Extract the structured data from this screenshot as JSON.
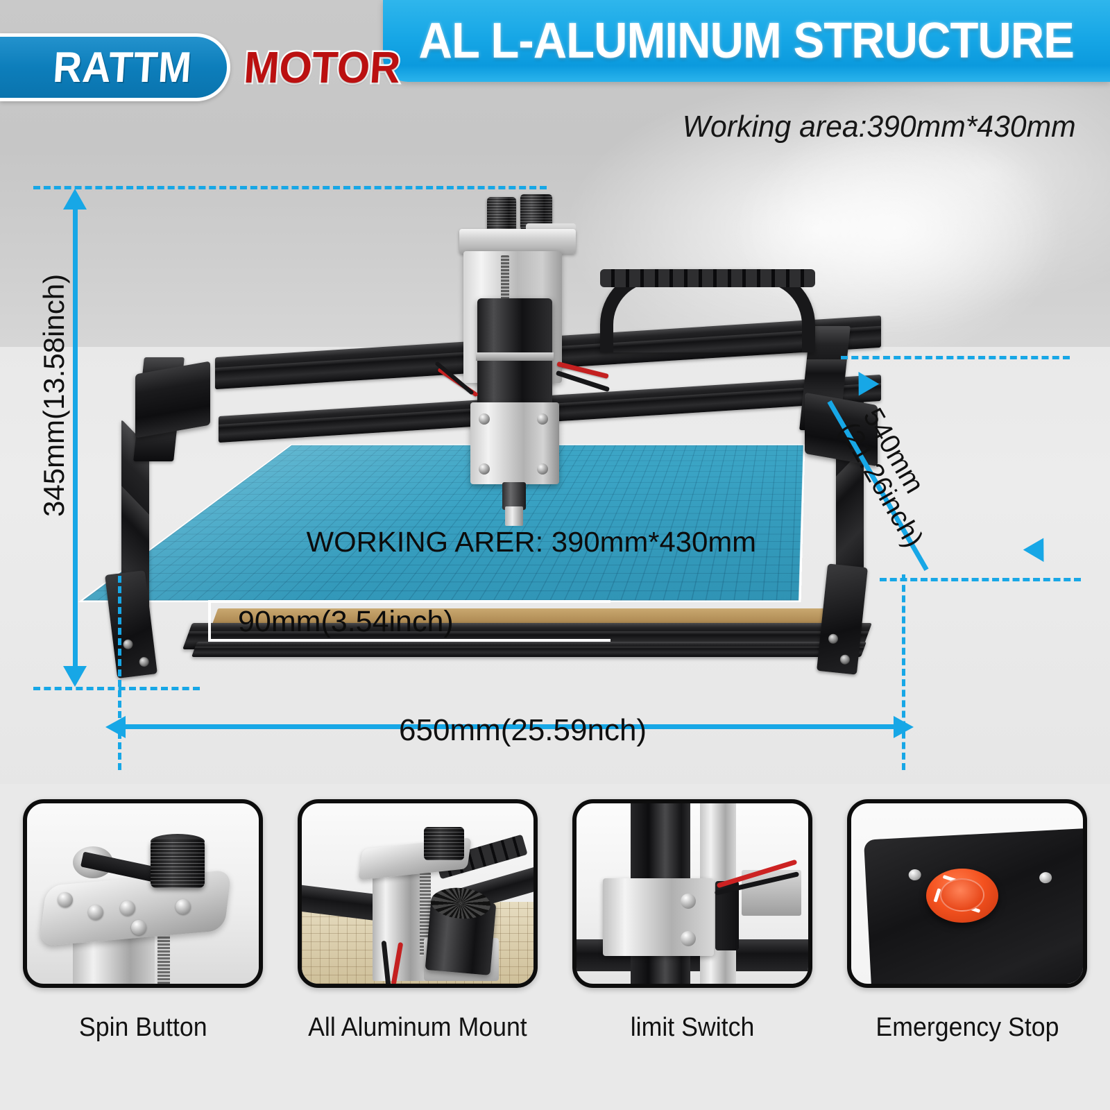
{
  "header": {
    "banner_title": "AL L-ALUMINUM STRUCTURE",
    "banner_color": "#17a7e6"
  },
  "logo": {
    "brand_primary": "RATTM",
    "brand_secondary": "MOTOR",
    "pill_color": "#0d7ebb",
    "secondary_color": "#bb1010"
  },
  "headline": {
    "working_area": "Working area:390mm*430mm"
  },
  "dimensions": {
    "accent_color": "#17a7e6",
    "height": "345mm(13.58inch)",
    "width": "650mm(25.59nch)",
    "depth_line1": "540mm",
    "depth_line2": "(21.26inch)"
  },
  "bed": {
    "area_label": "WORKING ARER:  390mm*430mm",
    "thickness_label": "90mm(3.54inch)",
    "bed_color": "#3aa3c4"
  },
  "features": [
    {
      "caption": "Spin Button",
      "icon": "spin-knob-icon"
    },
    {
      "caption": "All Aluminum Mount",
      "icon": "aluminum-mount-icon"
    },
    {
      "caption": "limit Switch",
      "icon": "limit-switch-icon"
    },
    {
      "caption": "Emergency Stop",
      "icon": "emergency-stop-icon"
    }
  ]
}
